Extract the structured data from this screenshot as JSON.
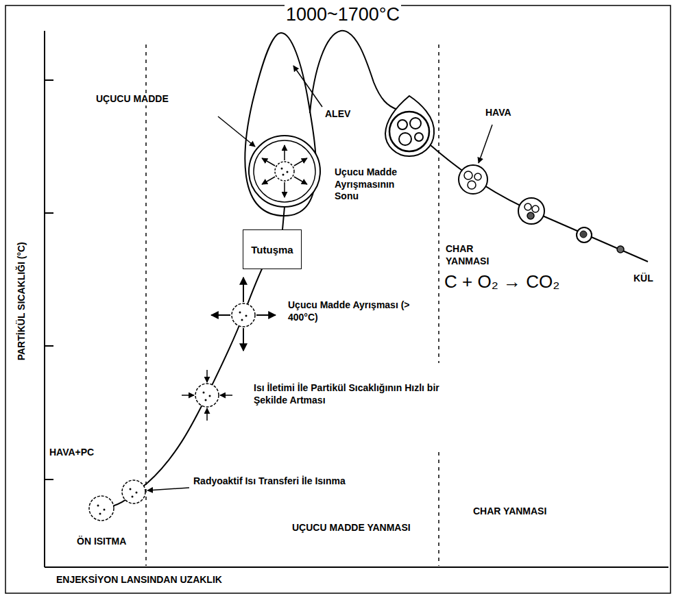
{
  "diagram": {
    "nodes": [
      {
        "text": [
          "Tutuşma"
        ]
      }
    ],
    "labels": [
      "1000~1700°C",
      "UÇUCU MADDE",
      "ALEV",
      "Uçucu Madde Ayrışmasının Sonu",
      "HAVA",
      "CHAR YANMASI",
      "C + O₂ → CO₂",
      "KÜL",
      "Uçucu Madde Ayrışması (> 400°C)",
      "Isı İletimi İle Partikül Sıcaklığının Hızlı bir Şekilde Artması",
      "HAVA+PC",
      "Radyoaktif Isı Transferi İle Isınma",
      "ÖN ISITMA",
      "UÇUCU MADDE YANMASI",
      "CHAR YANMASI",
      "PARTİKÜL SICAKLIĞI (°C)",
      "ENJEKSİYON LANSINDAN UZAKLIK"
    ]
  }
}
